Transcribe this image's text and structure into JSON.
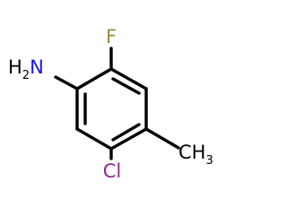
{
  "molecule": {
    "atoms": {
      "fluorine": {
        "symbol": "F",
        "color": "#9c8f3a"
      },
      "amine": {
        "symbol": "H",
        "subscript": "2",
        "suffix": "N",
        "symbol_color": "#000000",
        "suffix_color": "#1a17e0"
      },
      "methyl": {
        "symbol": "CH",
        "subscript": "3",
        "color": "#000000"
      },
      "chlorine": {
        "symbol": "Cl",
        "color": "#8e2890"
      }
    },
    "bond_color": "#000000"
  }
}
